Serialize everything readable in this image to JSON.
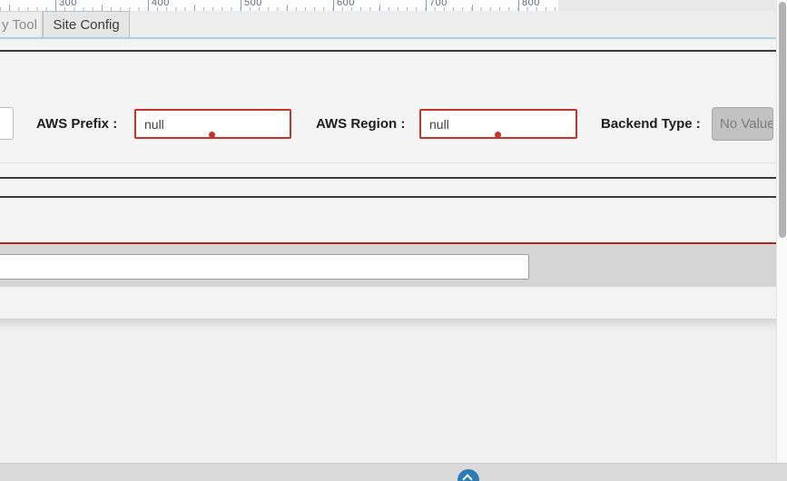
{
  "ruler": {
    "labels": [
      "300",
      "400",
      "500",
      "600",
      "700",
      "800"
    ]
  },
  "tabs": {
    "tool_tab": "y Tool",
    "site_config_tab": "Site Config"
  },
  "form": {
    "aws_prefix": {
      "label": "AWS Prefix :",
      "value": "null"
    },
    "aws_region": {
      "label": "AWS Region :",
      "value": "null"
    },
    "backend_type": {
      "label": "Backend Type :",
      "value": "No Value"
    }
  },
  "colors": {
    "error_red": "#c5342b",
    "divider_red": "#b2251c",
    "tab_underline_blue": "#a9cfe5",
    "footer_button_blue": "#2f7cb5"
  }
}
